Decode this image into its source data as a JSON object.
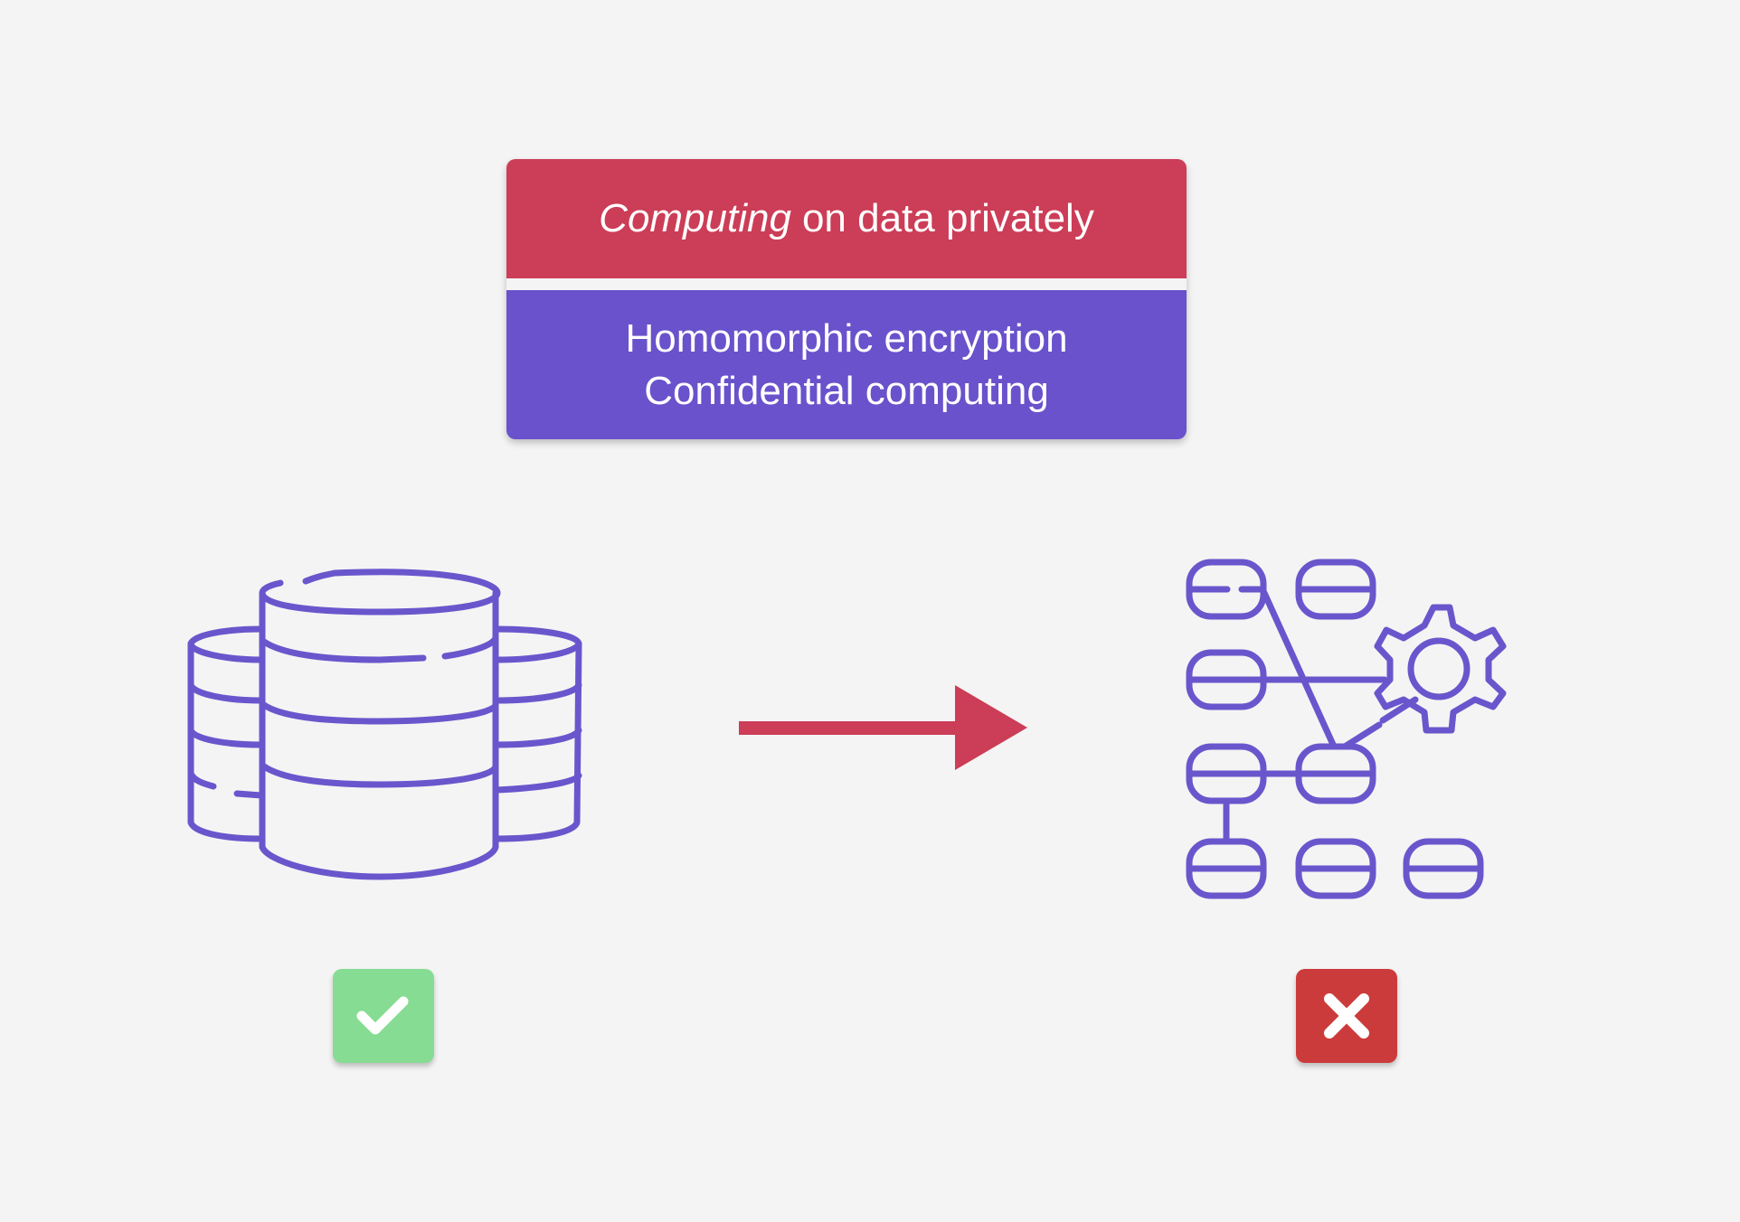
{
  "header": {
    "title_emphasis": "Computing",
    "title_rest": "on data privately",
    "methods": [
      "Homomorphic encryption",
      "Confidential computing"
    ]
  },
  "icons": {
    "source": "database-icon",
    "target": "network-gear-icon",
    "source_status": "checkmark-icon",
    "target_status": "cross-icon"
  },
  "colors": {
    "header_red": "#cc3d57",
    "header_purple": "#6952cb",
    "icon_stroke": "#6a56cc",
    "arrow": "#cc3d57",
    "check_bg": "#86dc92",
    "cross_bg": "#cc3b3b"
  }
}
